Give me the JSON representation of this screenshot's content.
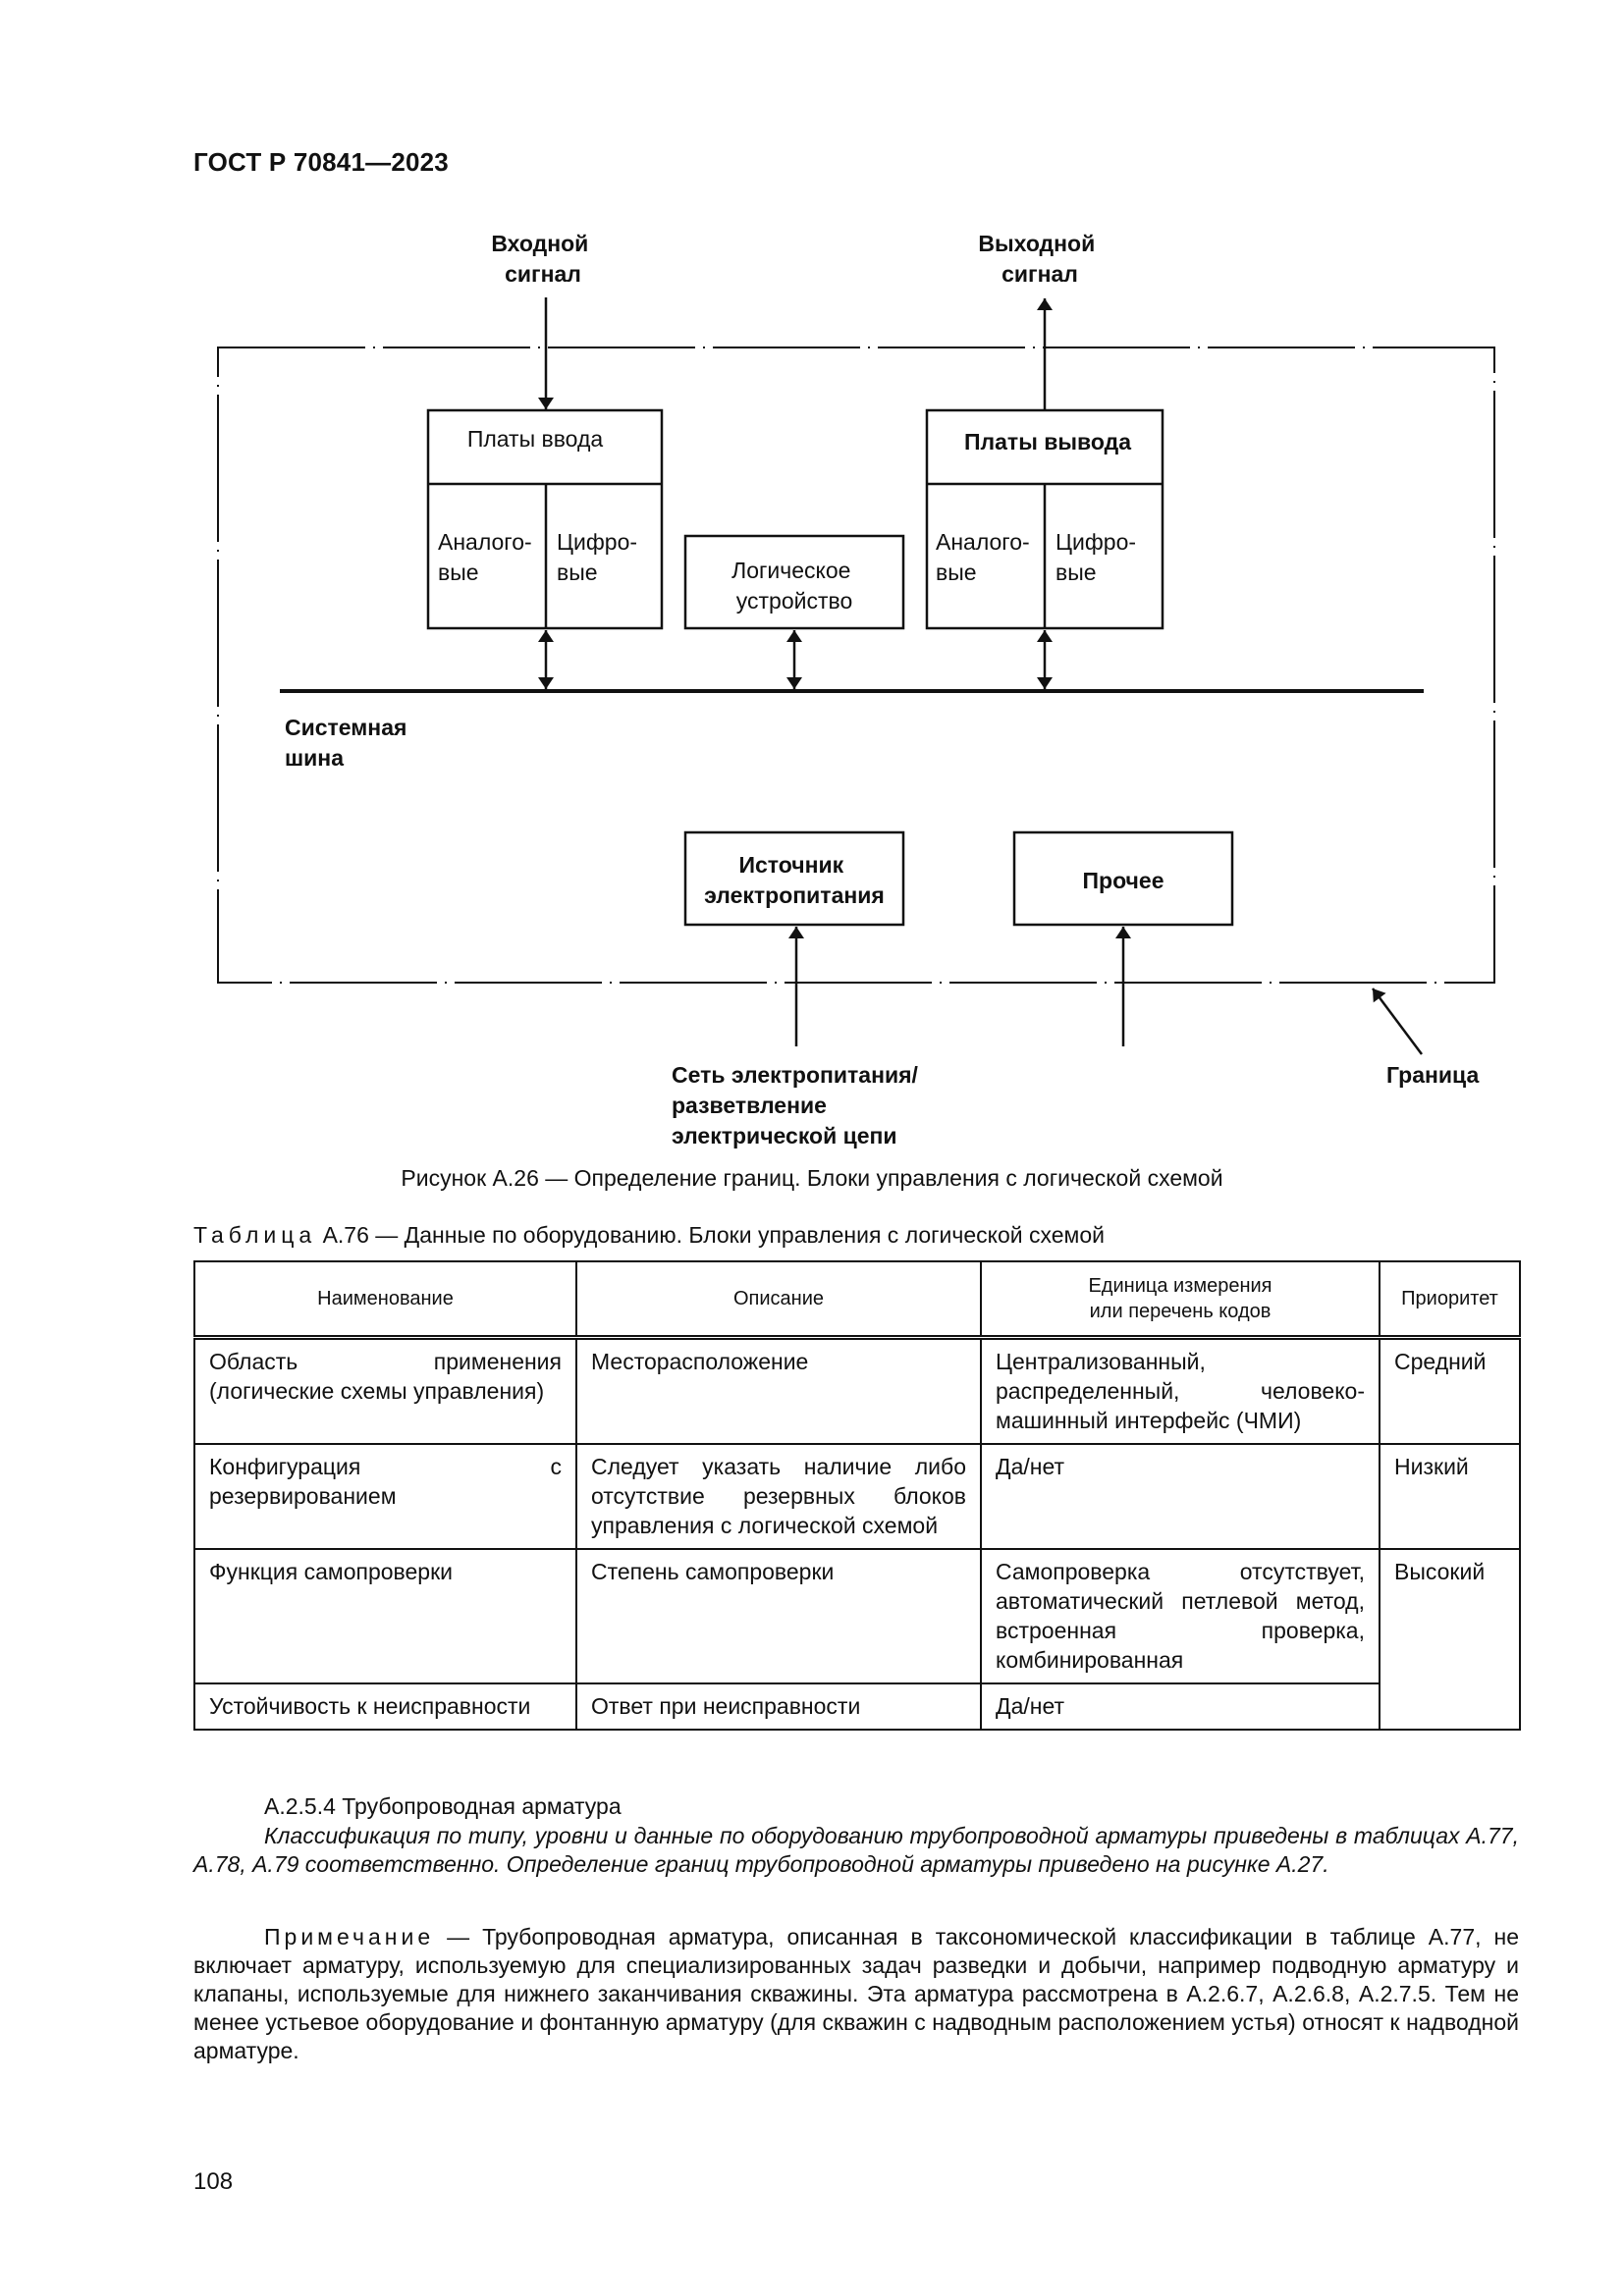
{
  "header": {
    "doc_number": "ГОСТ Р 70841—2023"
  },
  "diagram": {
    "input_signal": [
      "Входной",
      "сигнал"
    ],
    "output_signal": [
      "Выходной",
      "сигнал"
    ],
    "input_boards": {
      "title": "Платы ввода",
      "analog": [
        "Аналого-",
        "вые"
      ],
      "digital": [
        "Цифро-",
        "вые"
      ]
    },
    "output_boards": {
      "title": "Платы вывода",
      "analog": [
        "Аналого-",
        "вые"
      ],
      "digital": [
        "Цифро-",
        "вые"
      ]
    },
    "logic_device": [
      "Логическое",
      "устройство"
    ],
    "system_bus": [
      "Системная",
      "шина"
    ],
    "power_source": [
      "Источник",
      "электропитания"
    ],
    "other": "Прочее",
    "power_network": [
      "Сеть электропитания/",
      "разветвление",
      "электрической цепи"
    ],
    "boundary": "Граница"
  },
  "figure_caption": "Рисунок А.26 — Определение границ. Блоки управления с логической схемой",
  "table": {
    "label": "Таблица",
    "title_rest": " А.76 — Данные по оборудованию. Блоки управления с логической схемой",
    "headers": [
      "Наименование",
      "Описание",
      "Единица измерения\nили перечень кодов",
      "Приоритет"
    ],
    "rows": [
      [
        "Область применения (логические схемы управления)",
        "Месторасположение",
        "Централизованный, распределенный, человеко-машинный интерфейс (ЧМИ)",
        "Средний"
      ],
      [
        "Конфигурация с резервированием",
        "Следует указать наличие либо отсутствие резервных блоков управления с логической схемой",
        "Да/нет",
        "Низкий"
      ],
      [
        "Функция самопроверки",
        "Степень самопроверки",
        "Самопроверка отсутствует, автоматический петлевой метод, встроенная проверка, комбинированная",
        "Высокий"
      ],
      [
        "Устойчивость к неисправности",
        "Ответ при неисправности",
        "Да/нет",
        ""
      ]
    ]
  },
  "section": {
    "heading": "А.2.5.4 Трубопроводная арматура",
    "intro": "Классификация по типу, уровни и данные по оборудованию трубопроводной арматуры приведены в таблицах А.77, А.78, А.79 соответственно. Определение границ трубопроводной арматуры приведено на рисунке А.27.",
    "note_label": "Примечание",
    "note_text": " — Трубопроводная арматура, описанная в таксономической классификации в таблице А.77, не включает арматуру, используемую для специализированных задач разведки и добычи, например подводную арматуру и клапаны, используемые для нижнего заканчивания скважины. Эта арматура рассмотрена в А.2.6.7, А.2.6.8, А.2.7.5. Тем не менее устьевое оборудование и фонтанную арматуру (для скважин с надводным расположением устья) относят к надводной арматуре."
  },
  "page_number": "108"
}
